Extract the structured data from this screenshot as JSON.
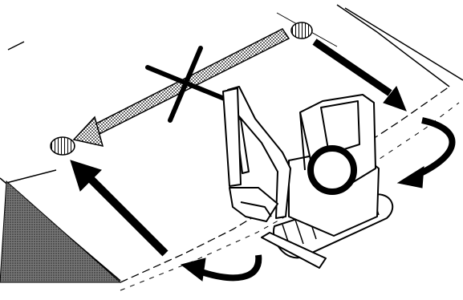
{
  "diagram": {
    "subject": "",
    "marks": {
      "forbidden_path_symbol": "cross-mark",
      "recommended_path_symbol": "circle-mark",
      "waypoint_symbol": "hatched-oval"
    },
    "colors": {
      "ink": "#000000",
      "paper": "#ffffff",
      "slope_fill": "#555555"
    }
  }
}
